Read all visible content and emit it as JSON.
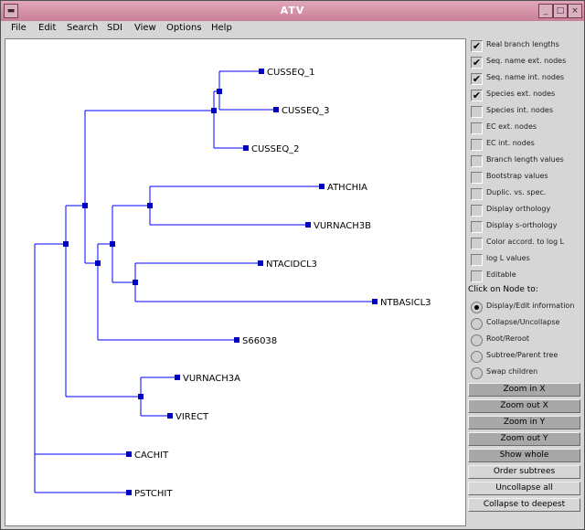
{
  "window": {
    "title": "ATV"
  },
  "menubar": [
    "File",
    "Edit",
    "Search",
    "SDI",
    "View",
    "Options",
    "Help"
  ],
  "tree": {
    "leaves": [
      {
        "id": "cusseq1",
        "label": "CUSSEQ_1"
      },
      {
        "id": "cusseq3",
        "label": "CUSSEQ_3"
      },
      {
        "id": "cusseq2",
        "label": "CUSSEQ_2"
      },
      {
        "id": "athchia",
        "label": "ATHCHIA"
      },
      {
        "id": "vurnach3b",
        "label": "VURNACH3B"
      },
      {
        "id": "ntacidcl3",
        "label": "NTACIDCL3"
      },
      {
        "id": "ntbasicl3",
        "label": "NTBASICL3"
      },
      {
        "id": "s66038",
        "label": "S66038"
      },
      {
        "id": "vurnach3a",
        "label": "VURNACH3A"
      },
      {
        "id": "virect",
        "label": "VIRECT"
      },
      {
        "id": "cachit",
        "label": "CACHIT"
      },
      {
        "id": "pstchit",
        "label": "PSTCHIT"
      }
    ],
    "line_color": "#0000ff",
    "node_color": "#0000c0"
  },
  "options": [
    {
      "label": "Real branch lengths",
      "checked": true
    },
    {
      "label": "Seq. name ext. nodes",
      "checked": true
    },
    {
      "label": "Seq. name int. nodes",
      "checked": true
    },
    {
      "label": "Species ext. nodes",
      "checked": true
    },
    {
      "label": "Species int. nodes",
      "checked": false
    },
    {
      "label": "EC ext. nodes",
      "checked": false
    },
    {
      "label": "EC int. nodes",
      "checked": false
    },
    {
      "label": "Branch length values",
      "checked": false
    },
    {
      "label": "Bootstrap values",
      "checked": false
    },
    {
      "label": "Duplic. vs. spec.",
      "checked": false
    },
    {
      "label": "Display orthology",
      "checked": false
    },
    {
      "label": "Display s-orthology",
      "checked": false
    },
    {
      "label": "Color accord. to log L",
      "checked": false
    },
    {
      "label": "log L values",
      "checked": false
    },
    {
      "label": "Editable",
      "checked": false
    }
  ],
  "click_header": "Click on Node to:",
  "click_actions": [
    {
      "label": "Display/Edit information",
      "selected": true
    },
    {
      "label": "Collapse/Uncollapse",
      "selected": false
    },
    {
      "label": "Root/Reroot",
      "selected": false
    },
    {
      "label": "Subtree/Parent tree",
      "selected": false
    },
    {
      "label": "Swap children",
      "selected": false
    }
  ],
  "buttons": [
    {
      "label": "Zoom in X",
      "style": "dark"
    },
    {
      "label": "Zoom out X",
      "style": "dark"
    },
    {
      "label": "Zoom in Y",
      "style": "dark"
    },
    {
      "label": "Zoom out Y",
      "style": "dark"
    },
    {
      "label": "Show whole",
      "style": "dark"
    },
    {
      "label": "Order subtrees",
      "style": "light"
    },
    {
      "label": "Uncollapse all",
      "style": "light"
    },
    {
      "label": "Collapse to deepest",
      "style": "light"
    }
  ]
}
